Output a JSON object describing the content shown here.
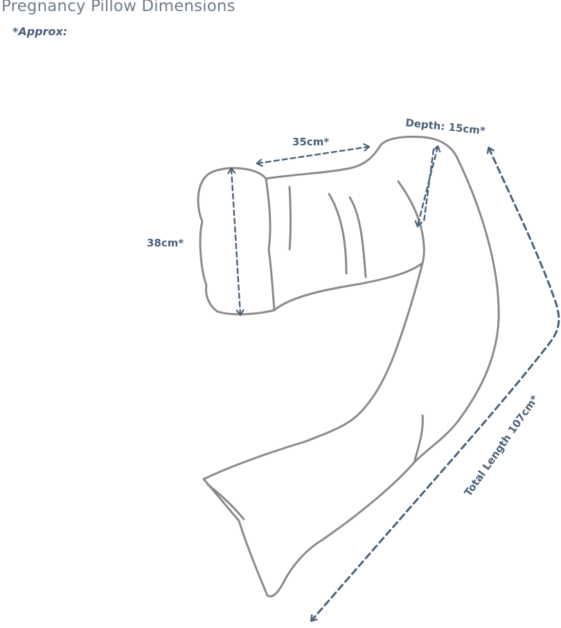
{
  "header": {
    "title": "Pregnancy Pillow Dimensions",
    "subtitle": "*Approx:"
  },
  "dimensions": {
    "width_label": "35cm*",
    "height_label": "38cm*",
    "depth_label": "Depth: 15cm*",
    "length_label": "Total Length 107cm*"
  },
  "colors": {
    "outline": "#8a8a8a",
    "arrow": "#4a6178",
    "title": "#6f7d8b"
  }
}
